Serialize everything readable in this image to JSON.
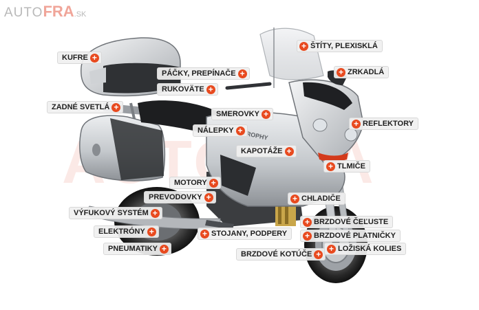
{
  "logo": {
    "prefix": "AUTO",
    "brand": "FRA",
    "tld": ".SK"
  },
  "watermark": {
    "text": "AUTOFRA"
  },
  "bike": {
    "badge_text": "TROPHY"
  },
  "hotspots": [
    {
      "id": "kufre",
      "label": "KUFRE"
    },
    {
      "id": "packy",
      "label": "PÁČKY, PREPÍNAČE"
    },
    {
      "id": "rukovate",
      "label": "RUKOVÄTE"
    },
    {
      "id": "zadne-svetla",
      "label": "ZADNÉ SVETLÁ"
    },
    {
      "id": "smerovky",
      "label": "SMEROVKY"
    },
    {
      "id": "nalepky",
      "label": "NÁLEPKY"
    },
    {
      "id": "kapotaze",
      "label": "KAPOTÁŽE"
    },
    {
      "id": "motory",
      "label": "MOTORY"
    },
    {
      "id": "prevodovky",
      "label": "PREVODOVKY"
    },
    {
      "id": "vyfukovy-system",
      "label": "VÝFUKOVÝ SYSTÉM"
    },
    {
      "id": "elektrony",
      "label": "ELEKTRÓNY"
    },
    {
      "id": "pneumatiky",
      "label": "PNEUMATIKY"
    },
    {
      "id": "stojany",
      "label": "STOJANY, PODPERY"
    },
    {
      "id": "brzdove-kotuce",
      "label": "BRZDOVÉ KOTÚČE"
    },
    {
      "id": "stity",
      "label": "ŠTÍTY, PLEXISKLÁ"
    },
    {
      "id": "zrkadla",
      "label": "ZRKADLÁ"
    },
    {
      "id": "reflektory",
      "label": "REFLEKTORY"
    },
    {
      "id": "tlmice",
      "label": "TLMIČE"
    },
    {
      "id": "chladice",
      "label": "CHLADIČE"
    },
    {
      "id": "brzdove-celuste",
      "label": "BRZDOVÉ ČEĽUSTE"
    },
    {
      "id": "brzdove-platnicky",
      "label": "BRZDOVÉ PLATNIČKY"
    },
    {
      "id": "loziska-kolies",
      "label": "LOŽISKÁ KOLIES"
    }
  ],
  "icons": {
    "hotspot": "plus-icon",
    "accent": "#e84a1f"
  }
}
